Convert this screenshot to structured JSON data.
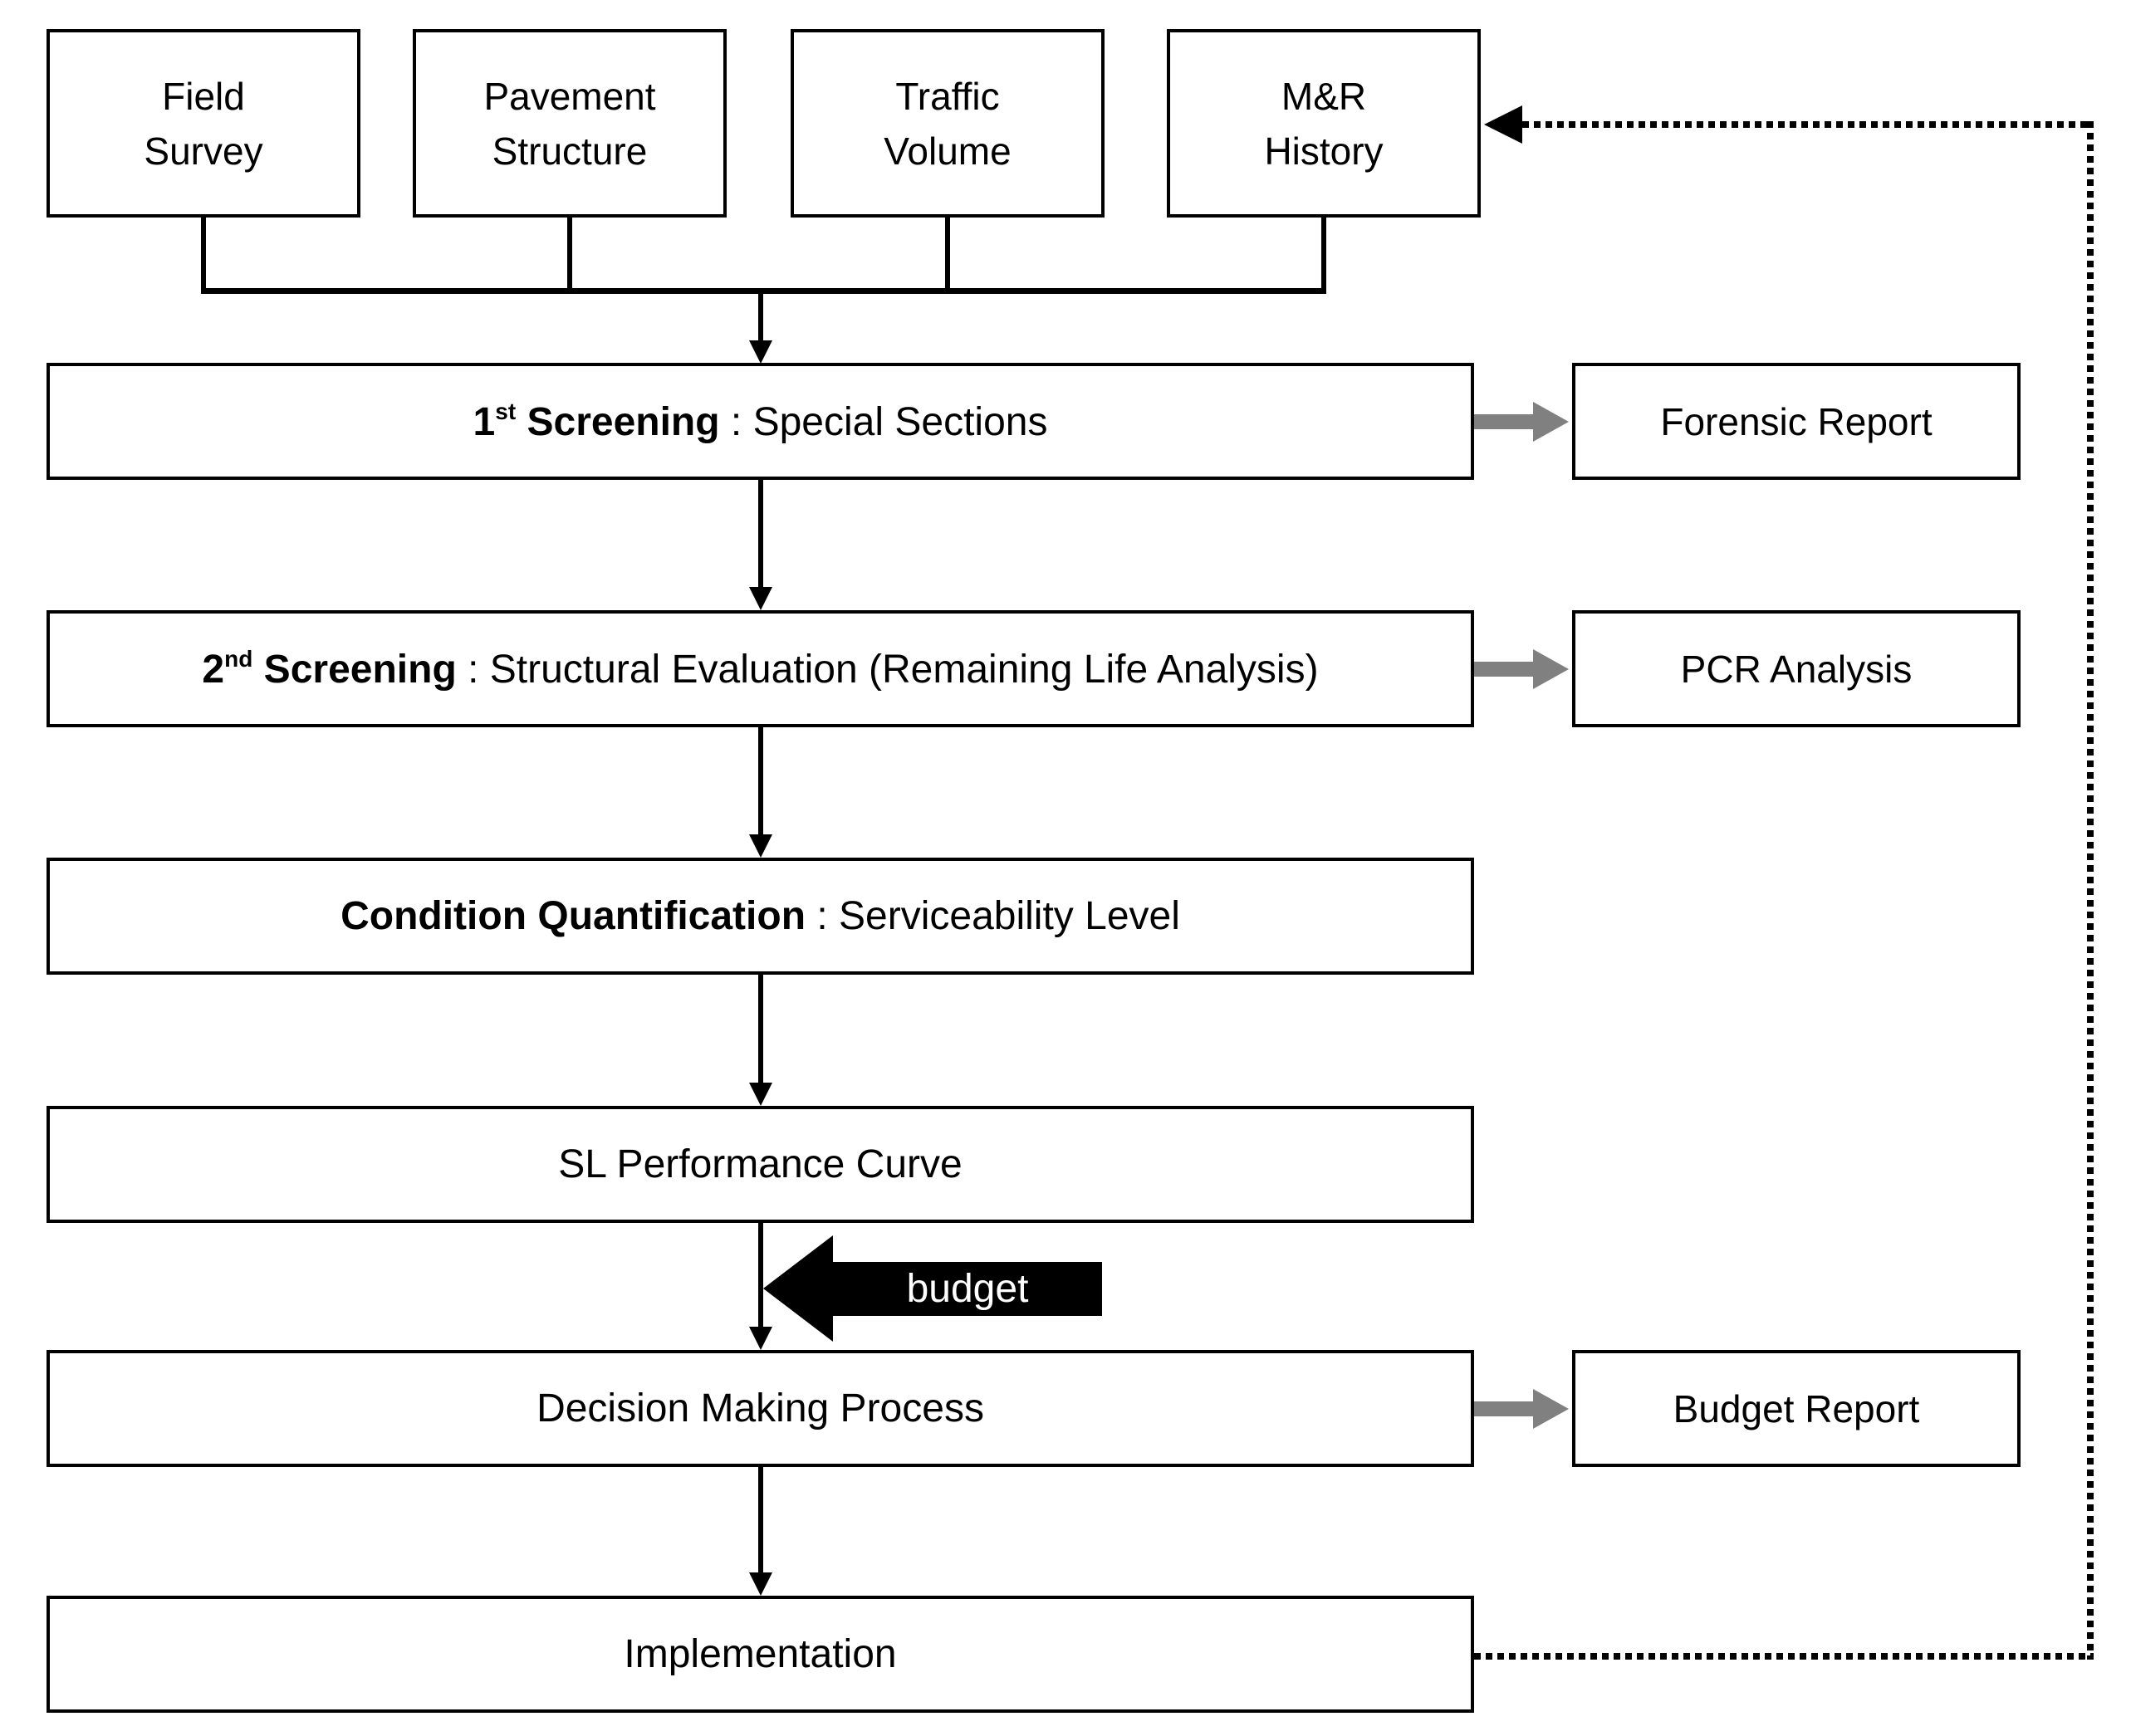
{
  "title": "Pavement management decision process flowchart",
  "colors": {
    "line_black": "#000000",
    "report_arrow_gray": "#808080",
    "budget_arrow_fill": "#000000",
    "budget_text": "#ffffff",
    "background": "#ffffff"
  },
  "inputs": [
    {
      "label": "Field\nSurvey"
    },
    {
      "label": "Pavement\nStructure"
    },
    {
      "label": "Traffic\nVolume"
    },
    {
      "label": "M&R\nHistory"
    }
  ],
  "flow": [
    {
      "num": "1",
      "ord": "st",
      "bold": " Screening",
      "rest": " : Special Sections"
    },
    {
      "num": "2",
      "ord": "nd",
      "bold": " Screening",
      "rest": " : Structural Evaluation (Remaining Life Analysis)"
    },
    {
      "bold": "Condition Quantification",
      "rest": " : Serviceability Level"
    },
    {
      "plain": "SL Performance Curve"
    },
    {
      "plain": "Decision Making Process"
    },
    {
      "plain": "Implementation"
    }
  ],
  "side": [
    {
      "label": "Forensic Report"
    },
    {
      "label": "PCR Analysis"
    },
    {
      "label": "Budget Report"
    }
  ],
  "budget": {
    "label": "budget"
  }
}
